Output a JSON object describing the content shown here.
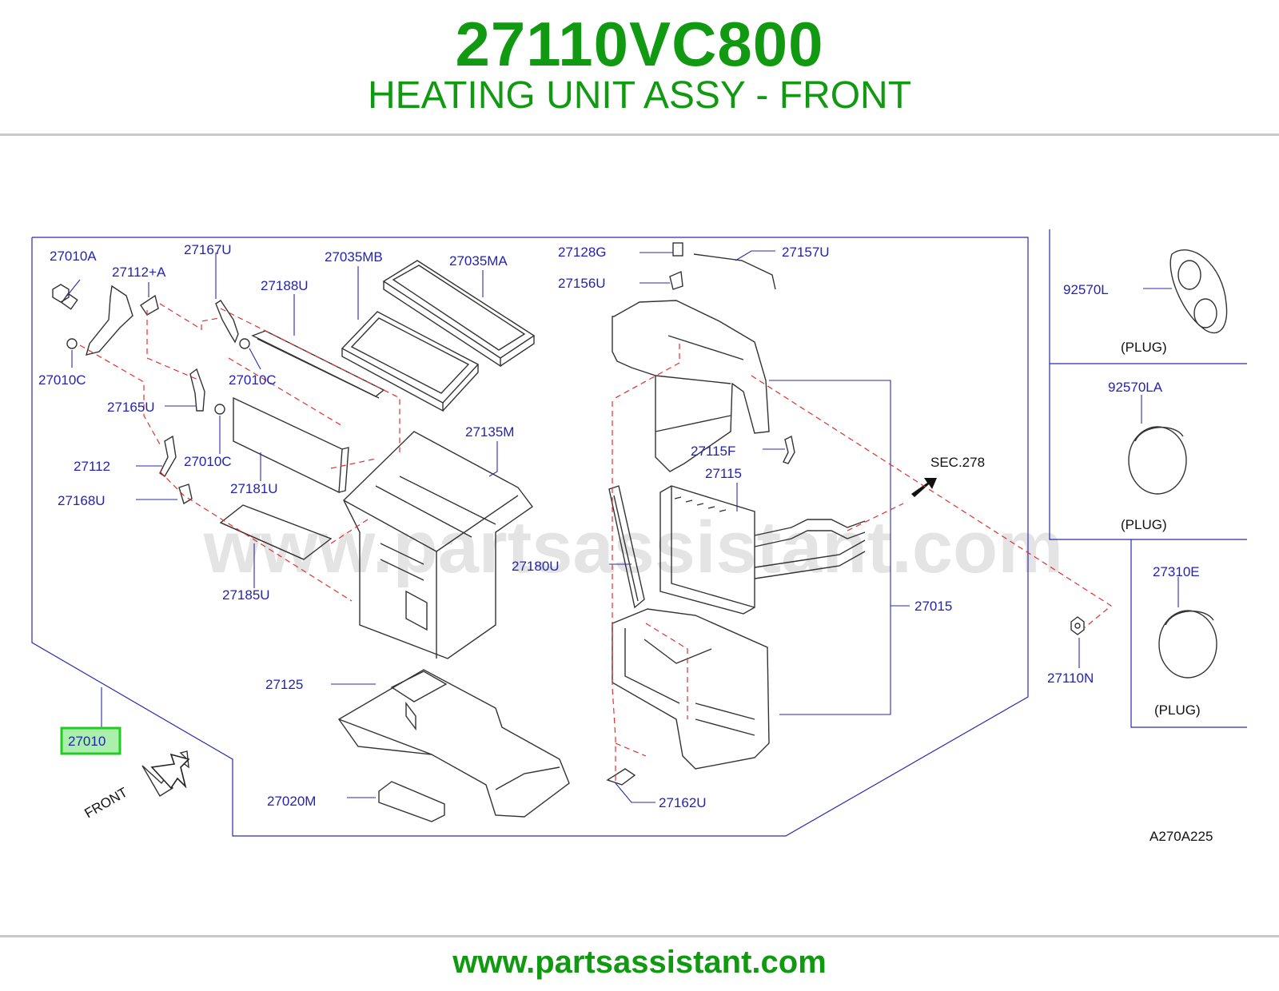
{
  "header": {
    "part_number": "27110VC800",
    "title": "HEATING UNIT ASSY - FRONT"
  },
  "diagram": {
    "watermark": "www.partsassistant.com",
    "callouts": {
      "c27010A": "27010A",
      "c27112A": "27112+A",
      "c27167U": "27167U",
      "c27188U": "27188U",
      "c27035MB": "27035MB",
      "c27035MA": "27035MA",
      "c27128G": "27128G",
      "c27157U": "27157U",
      "c27156U": "27156U",
      "c27010C_1": "27010C",
      "c27010C_2": "27010C",
      "c27010C_3": "27010C",
      "c27165U": "27165U",
      "c27112": "27112",
      "c27168U": "27168U",
      "c27181U": "27181U",
      "c27135M": "27135M",
      "c27115F": "27115F",
      "c27115": "27115",
      "c27180U": "27180U",
      "c27185U": "27185U",
      "c27015": "27015",
      "c27125": "27125",
      "c27010": "27010",
      "c27020M": "27020M",
      "c27162U": "27162U",
      "c27110N": "27110N",
      "c92570L": "92570L",
      "c92570LA": "92570LA",
      "c27310E": "27310E"
    },
    "notes": {
      "sec": "SEC.278",
      "plug_1": "(PLUG)",
      "plug_2": "(PLUG)",
      "plug_3": "(PLUG)",
      "front": "FRONT",
      "drawing_code": "A270A225"
    },
    "highlight_color": "#22cc22",
    "callout_color": "#2222bb"
  },
  "footer": {
    "url": "www.partsassistant.com"
  }
}
